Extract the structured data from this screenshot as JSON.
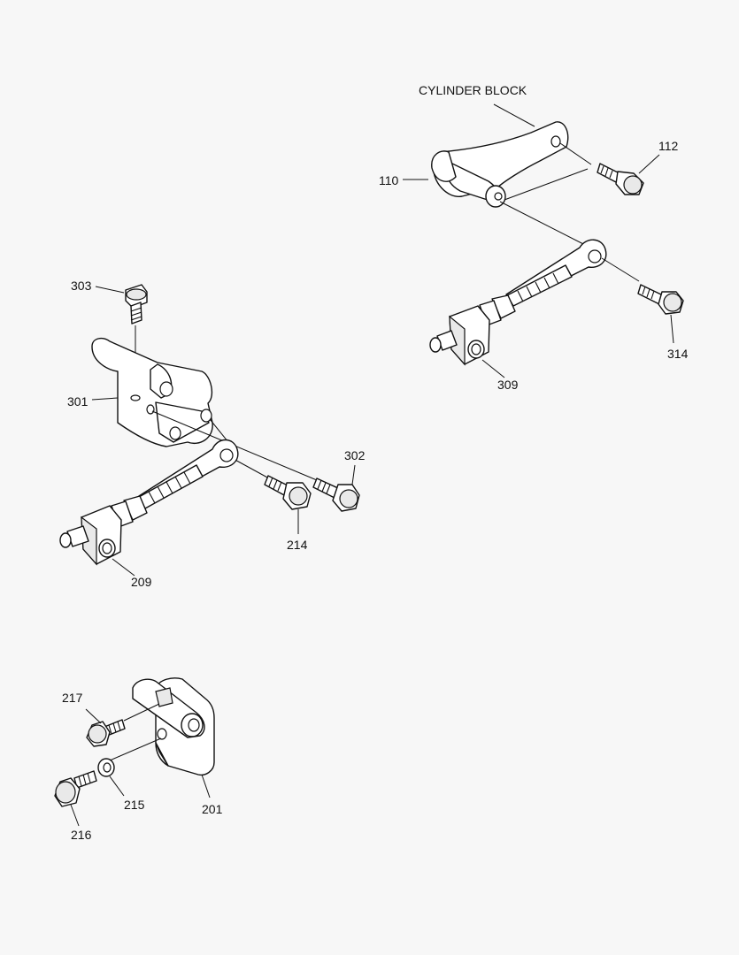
{
  "title": "CYLINDER BLOCK",
  "labels": {
    "p110": "110",
    "p112": "112",
    "p314": "314",
    "p309": "309",
    "p303": "303",
    "p301": "301",
    "p302": "302",
    "p214": "214",
    "p209": "209",
    "p217": "217",
    "p215": "215",
    "p216": "216",
    "p201": "201"
  }
}
